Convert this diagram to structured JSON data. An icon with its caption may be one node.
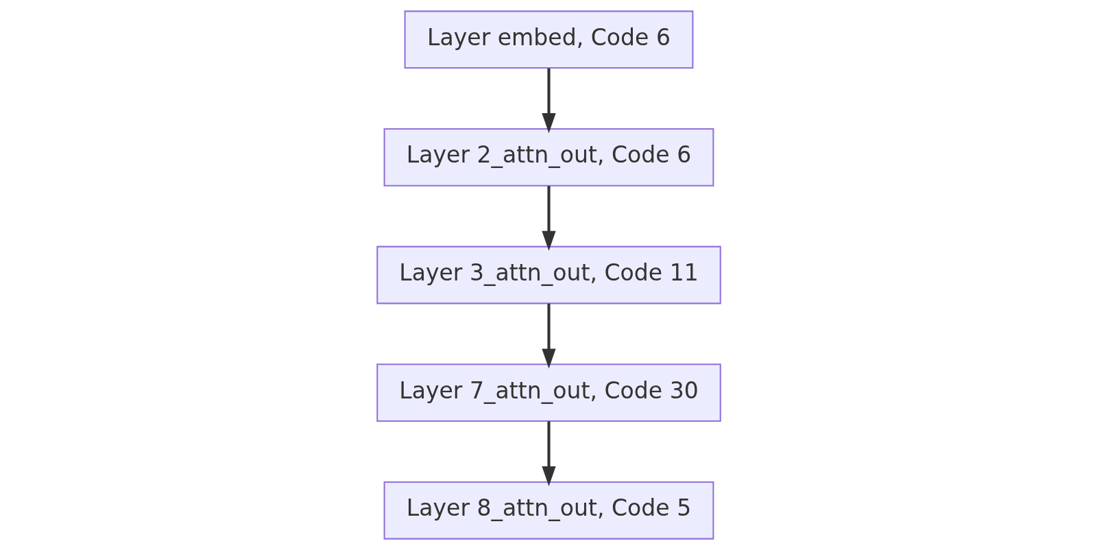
{
  "diagram": {
    "nodes": [
      {
        "text": [
          "Layer embed, Code 6"
        ]
      },
      {
        "text": [
          "Layer 2_attn_out, Code 6"
        ]
      },
      {
        "text": [
          "Layer 3_attn_out, Code 11"
        ]
      },
      {
        "text": [
          "Layer 7_attn_out, Code 30"
        ]
      },
      {
        "text": [
          "Layer 8_attn_out, Code 5"
        ]
      }
    ],
    "edges": [
      {
        "from": 0,
        "to": 1,
        "arrow": "to"
      },
      {
        "from": 1,
        "to": 2,
        "arrow": "to"
      },
      {
        "from": 2,
        "to": 3,
        "arrow": "to"
      },
      {
        "from": 3,
        "to": 4,
        "arrow": "to"
      }
    ]
  }
}
